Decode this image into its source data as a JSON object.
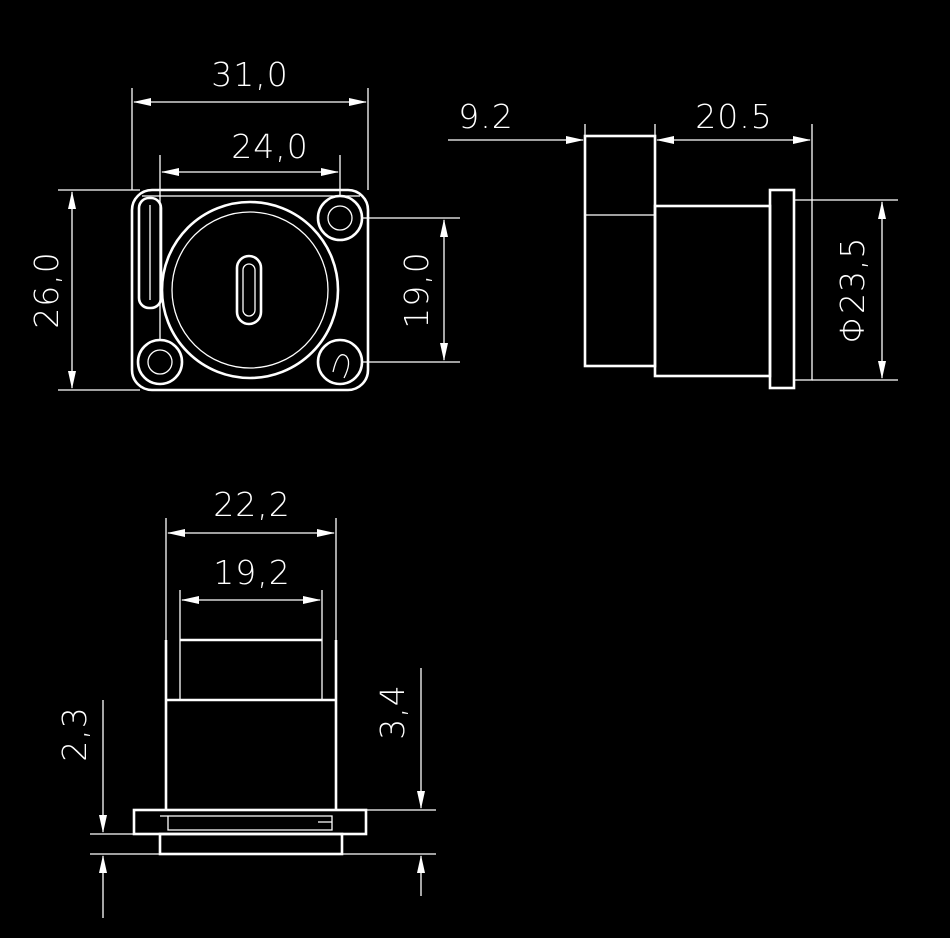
{
  "front_view": {
    "width_overall": "31,0",
    "width_holes": "24,0",
    "height_overall": "26,0",
    "height_holes": "19,0"
  },
  "side_view": {
    "depth_rear": "9.2",
    "depth_body": "20.5",
    "diameter": "Φ23,5"
  },
  "bottom_view": {
    "width_outer": "22,2",
    "width_inner": "19,2",
    "flange_left": "2,3",
    "flange_right": "3,4"
  },
  "colors": {
    "background": "#000000",
    "line": "#ffffff"
  }
}
